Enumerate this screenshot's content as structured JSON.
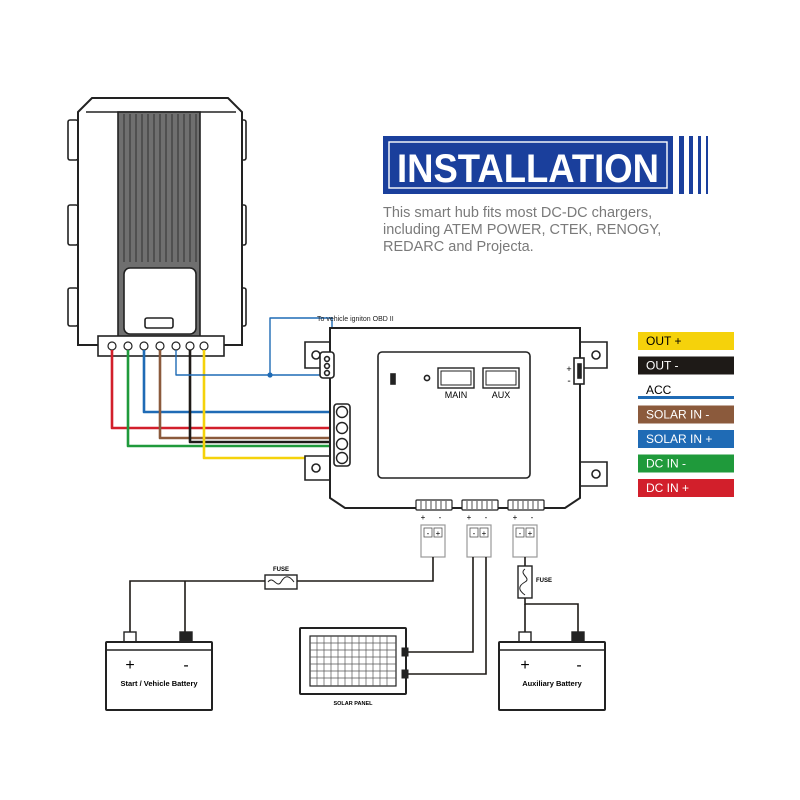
{
  "banner": {
    "title": "INSTALLATION"
  },
  "description": {
    "lines": [
      "This smart hub fits most DC-DC chargers,",
      "including ATEM POWER, CTEK, RENOGY,",
      "REDARC and Projecta."
    ]
  },
  "obd_label": "To vehicle igniton OBD II",
  "hub": {
    "main_label": "MAIN",
    "aux_label": "AUX",
    "plus": "+",
    "minus": "-"
  },
  "legend": [
    {
      "label": "OUT +",
      "color": "#f5d20b",
      "text_color": "#000000"
    },
    {
      "label": "OUT -",
      "color": "#1e1a17",
      "text_color": "#ffffff"
    },
    {
      "label": "ACC",
      "color": "#1f6bb5",
      "text_color": "#000000"
    },
    {
      "label": "SOLAR IN -",
      "color": "#8b5a3c",
      "text_color": "#ffffff"
    },
    {
      "label": "SOLAR IN +",
      "color": "#1f6bb5",
      "text_color": "#ffffff"
    },
    {
      "label": "DC IN -",
      "color": "#1f9a3b",
      "text_color": "#ffffff"
    },
    {
      "label": "DC IN +",
      "color": "#d21f2b",
      "text_color": "#ffffff"
    }
  ],
  "connectors": {
    "minus": "-",
    "plus": "+"
  },
  "fuse_label": "FUSE",
  "start_battery": {
    "label": "Start / Vehicle Battery",
    "plus": "+",
    "minus": "-"
  },
  "aux_battery": {
    "label": "Auxiliary Battery",
    "plus": "+",
    "minus": "-"
  },
  "solar_panel": {
    "label": "SOLAR PANEL"
  },
  "colors": {
    "banner_blue": "#1a3f9c",
    "yellow": "#f5d20b",
    "black": "#1e1a17",
    "blue": "#1f6bb5",
    "brown": "#8b5a3c",
    "green": "#1f9a3b",
    "red": "#d21f2b"
  }
}
